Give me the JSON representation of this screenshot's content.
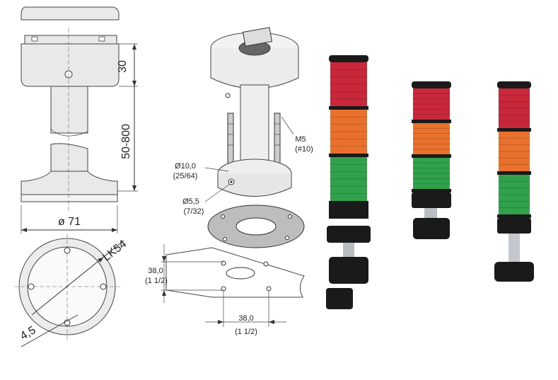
{
  "side_view": {
    "dim_height_top": "30",
    "dim_height_mid": "50-800",
    "dim_diameter": "ø 71"
  },
  "bottom_view": {
    "dim_lk": "LK54",
    "dim_hole": "4,5"
  },
  "exploded_view": {
    "label_thread": "M5",
    "label_thread_imperial": "(#10)",
    "label_bore_large": "Ø10,0",
    "label_bore_large_imperial": "(25/64)",
    "label_bore_small": "Ø5,5",
    "label_bore_small_imperial": "(7/32)",
    "dim_vertical": "38,0",
    "dim_vertical_imperial": "(1 1/2)",
    "dim_horizontal": "38,0",
    "dim_horizontal_imperial": "(1 1/2)"
  },
  "colors": {
    "lens_red": "#c4162a",
    "lens_orange": "#e8651a",
    "lens_green": "#1f9a3c",
    "housing": "#1a1a1a"
  },
  "products": [
    {
      "id": "tower-4-tier",
      "tiers": [
        "lens_red",
        "lens_orange",
        "lens_green"
      ]
    },
    {
      "id": "tower-3-tier-a",
      "tiers": [
        "lens_red",
        "lens_orange",
        "lens_green"
      ]
    },
    {
      "id": "tower-3-tier-b",
      "tiers": [
        "lens_red",
        "lens_orange",
        "lens_green"
      ]
    }
  ]
}
